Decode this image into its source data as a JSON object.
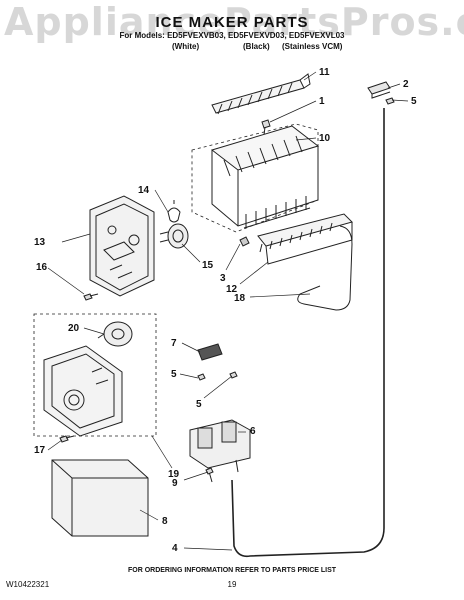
{
  "watermark": "AppliancePartsPros.com",
  "header": {
    "title": "ICE MAKER PARTS",
    "models": "For Models: ED5FVEXVB03, ED5FVEXVD03, ED5FVEXVL03",
    "variants": [
      "(White)",
      "(Black)",
      "(Stainless VCM)"
    ]
  },
  "callouts": [
    "11",
    "1",
    "10",
    "14",
    "13",
    "16",
    "15",
    "3",
    "12",
    "18",
    "2",
    "5",
    "20",
    "7",
    "5",
    "5",
    "6",
    "17",
    "19",
    "9",
    "8",
    "4"
  ],
  "footer": {
    "ordering_note": "FOR ORDERING INFORMATION REFER TO PARTS PRICE LIST",
    "doc_number": "W10422321",
    "page_number": "19"
  }
}
